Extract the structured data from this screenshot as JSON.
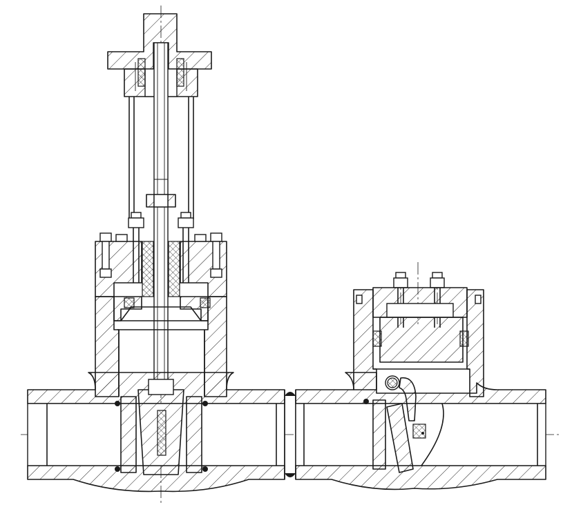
{
  "drawing": {
    "components": {
      "gate_valve": [
        "handwheel-flange",
        "yoke",
        "stem",
        "stem-nut",
        "bonnet",
        "gland-bolts",
        "packing",
        "gate-wedge",
        "seat-rings",
        "body"
      ],
      "swing_check_valve": [
        "cover",
        "cover-bolts",
        "pressure-seal-ring",
        "disc",
        "hinge-arm",
        "hinge-pin",
        "body"
      ],
      "weld_joint": "butt-weld"
    },
    "line_color": "#1a1a1a",
    "background": "#ffffff"
  }
}
